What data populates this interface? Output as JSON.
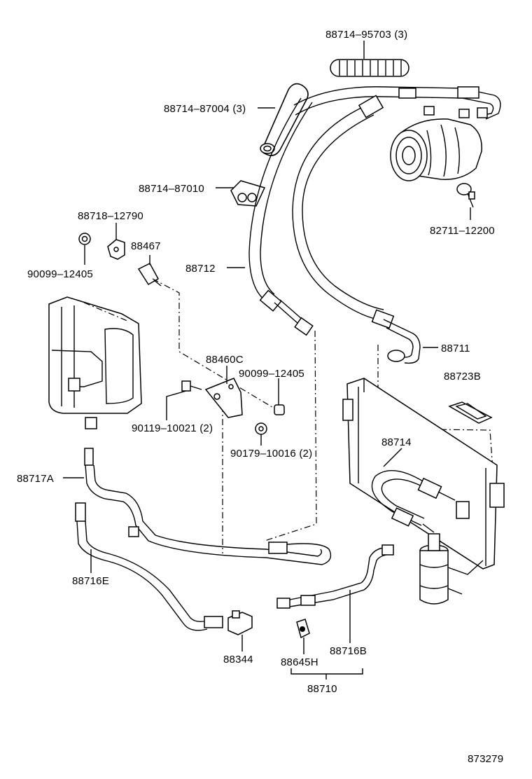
{
  "labels": {
    "p_88714_95703": "88714–95703 (3)",
    "p_88714_87004": "88714–87004 (3)",
    "p_88714_87010": "88714–87010",
    "p_82711_12200": "82711–12200",
    "p_88718_12790": "88718–12790",
    "p_88467": "88467",
    "p_90099_12405_a": "90099–12405",
    "p_88712": "88712",
    "p_88711": "88711",
    "p_88460c": "88460C",
    "p_90099_12405_b": "90099–12405",
    "p_88723b": "88723B",
    "p_90119_10021": "90119–10021 (2)",
    "p_90179_10016": "90179–10016 (2)",
    "p_88714": "88714",
    "p_88717a": "88717A",
    "p_88716e": "88716E",
    "p_88344": "88344",
    "p_88645h": "88645H",
    "p_88716b": "88716B",
    "p_88710": "88710",
    "figure_number": "873279"
  },
  "icons": [
    "compressor-icon",
    "evaporator-icon",
    "condenser-icon",
    "receiver-dryer-icon",
    "pressure-switch-icon",
    "expansion-valve-icon",
    "clamp-icon",
    "bracket-icon"
  ]
}
